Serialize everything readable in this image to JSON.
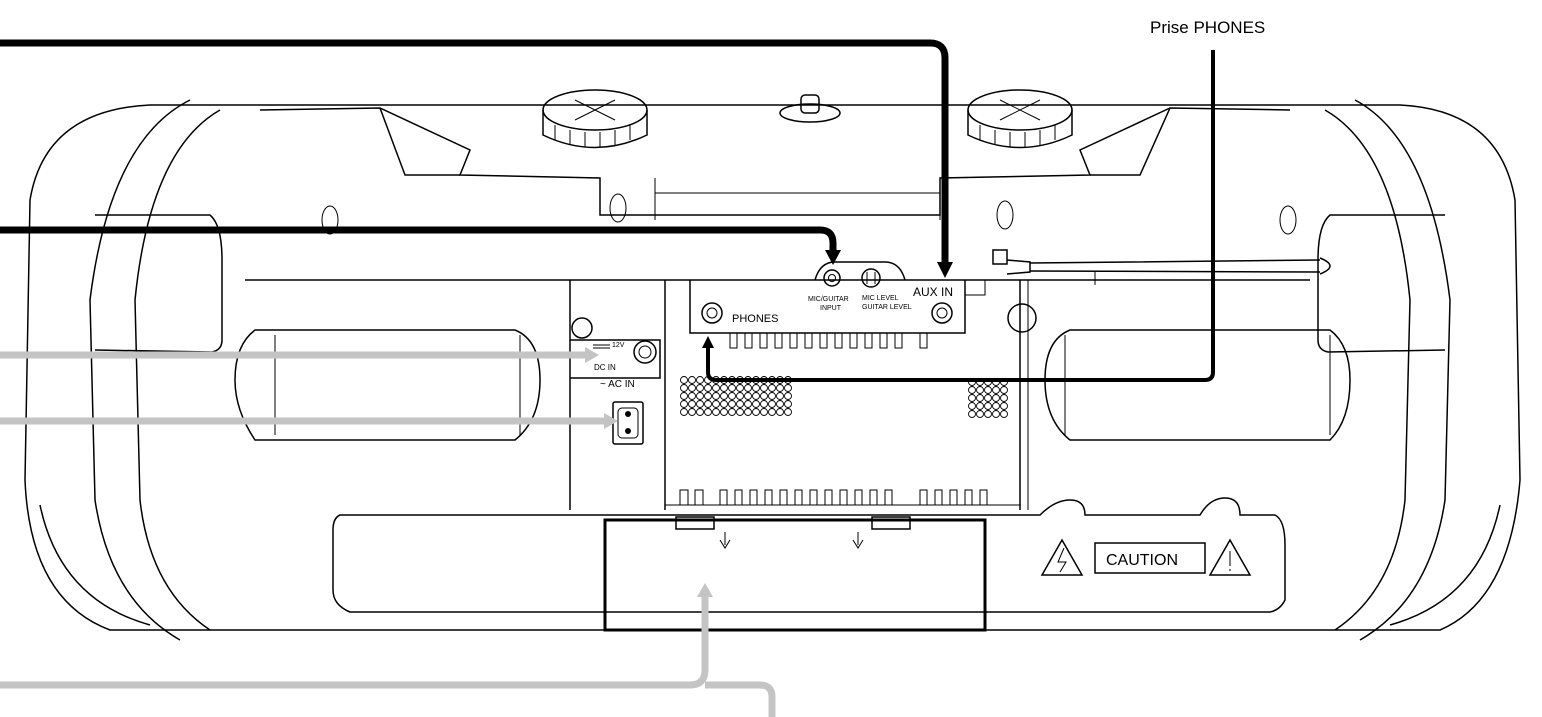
{
  "callout": {
    "prise_phones": "Prise PHONES"
  },
  "panel": {
    "mic_guitar_input_1": "MIC/GUITAR",
    "mic_guitar_input_2": "INPUT",
    "mic_level": "MIC LEVEL",
    "guitar_level": "GUITAR LEVEL",
    "aux_in": "AUX IN",
    "phones": "PHONES",
    "dc_12v": "12V",
    "dc_in": "DC  IN",
    "ac_in": "~ AC IN",
    "caution": "CAUTION"
  },
  "colors": {
    "line": "#000000",
    "pointer_grey": "#c4c4c4",
    "background": "#ffffff"
  }
}
